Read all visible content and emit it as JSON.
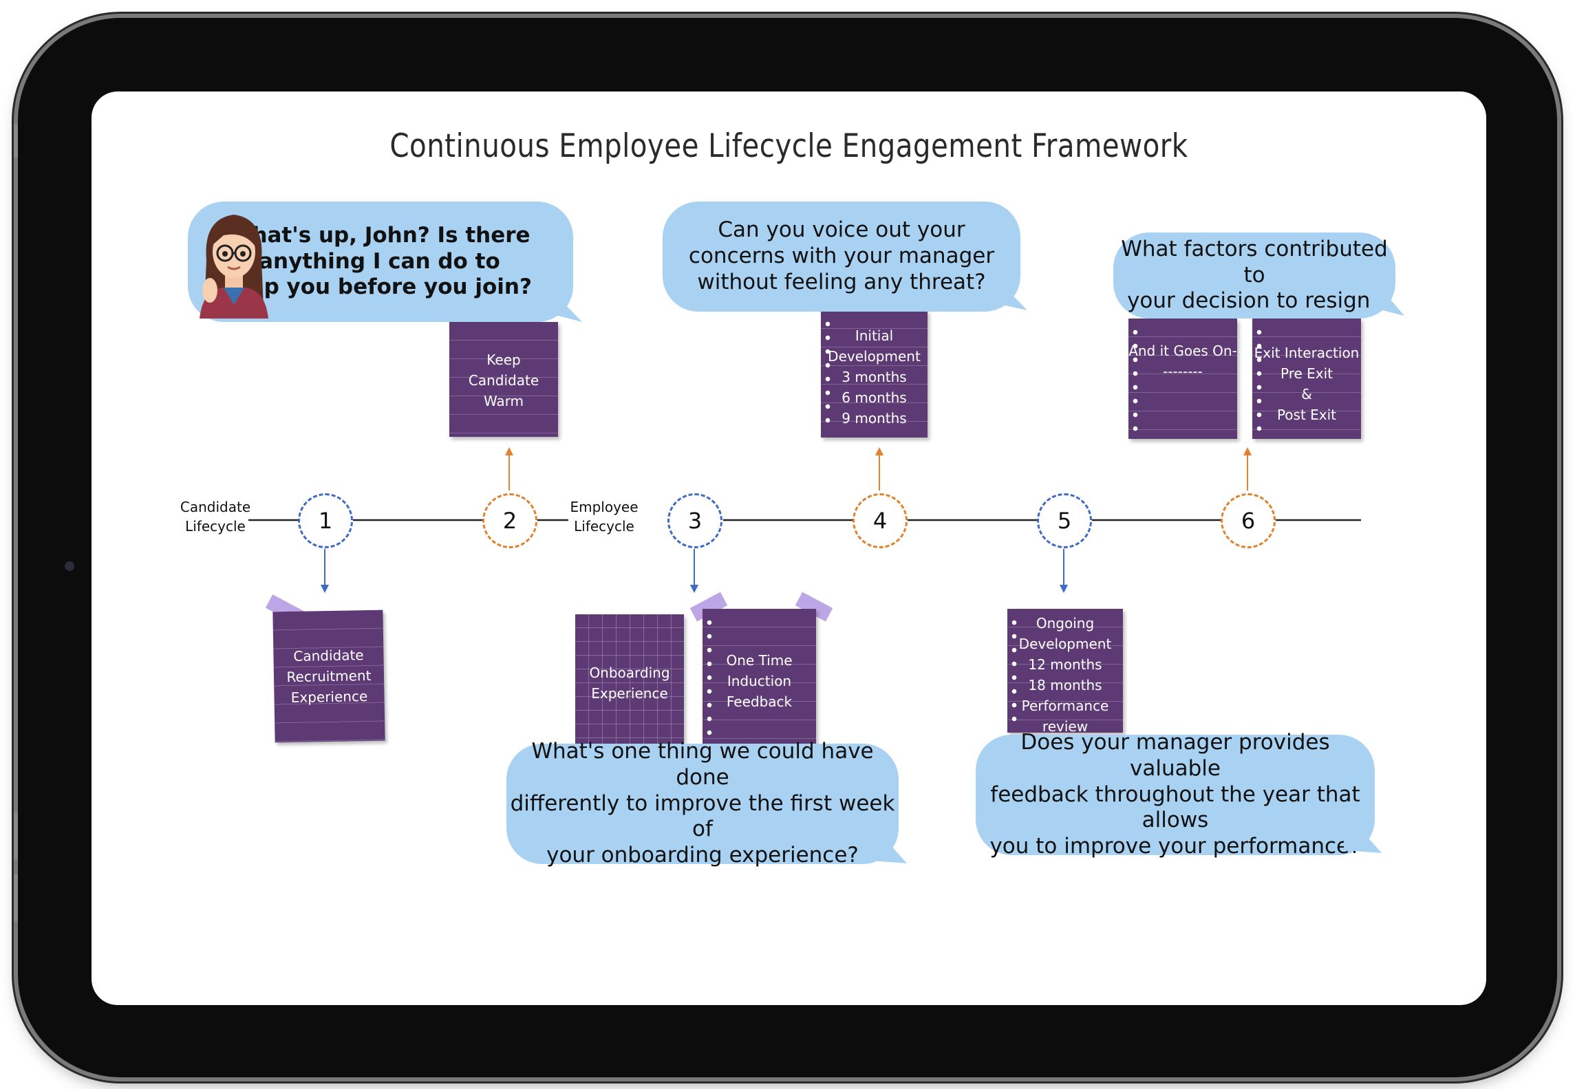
{
  "title": "Continuous Employee Lifecycle Engagement Framework",
  "timeline": {
    "candidate_label": "Candidate\nLifecycle",
    "employee_label": "Employee\nLifecycle",
    "stages": [
      "1",
      "2",
      "3",
      "4",
      "5",
      "6"
    ]
  },
  "bubbles": {
    "pre_join": "What's up, John? Is there\nanything I can do to\nhelp you before you join?",
    "voice_concerns": "Can you voice out your\nconcerns with your manager\nwithout feeling any threat?",
    "resign_factors": "What factors contributed to\nyour decision to resign?",
    "first_week": "What's one thing we could have done\ndifferently to improve the first week of\nyour onboarding experience?",
    "manager_feedback": "Does your manager provides valuable\nfeedback throughout the year that allows\nyou to improve your performance?"
  },
  "notes": {
    "keep_warm": "Keep Candidate\nWarm",
    "initial_dev_title": "Initial\nDevelopment",
    "initial_dev_items": "3 months\n6 months\n9 months",
    "goes_on": "And it Goes On-\n--------",
    "exit_title": "Exit Interaction",
    "exit_items": "Pre Exit\n&\nPost Exit",
    "recruitment": "Candidate\nRecruitment\nExperience",
    "onboarding": "Onboarding\nExperience",
    "induction": "One Time\nInduction\nFeedback",
    "ongoing_title": "Ongoing\nDevelopment",
    "ongoing_items": "12 months\n18 months\nPerformance\nreview"
  },
  "colors": {
    "bubble": "#a9d2f2",
    "note": "#5e3a75",
    "node_blue": "#3f6bc4",
    "node_orange": "#e0822f"
  },
  "icons": {
    "avatar": "woman-with-glasses-waving-avatar"
  }
}
